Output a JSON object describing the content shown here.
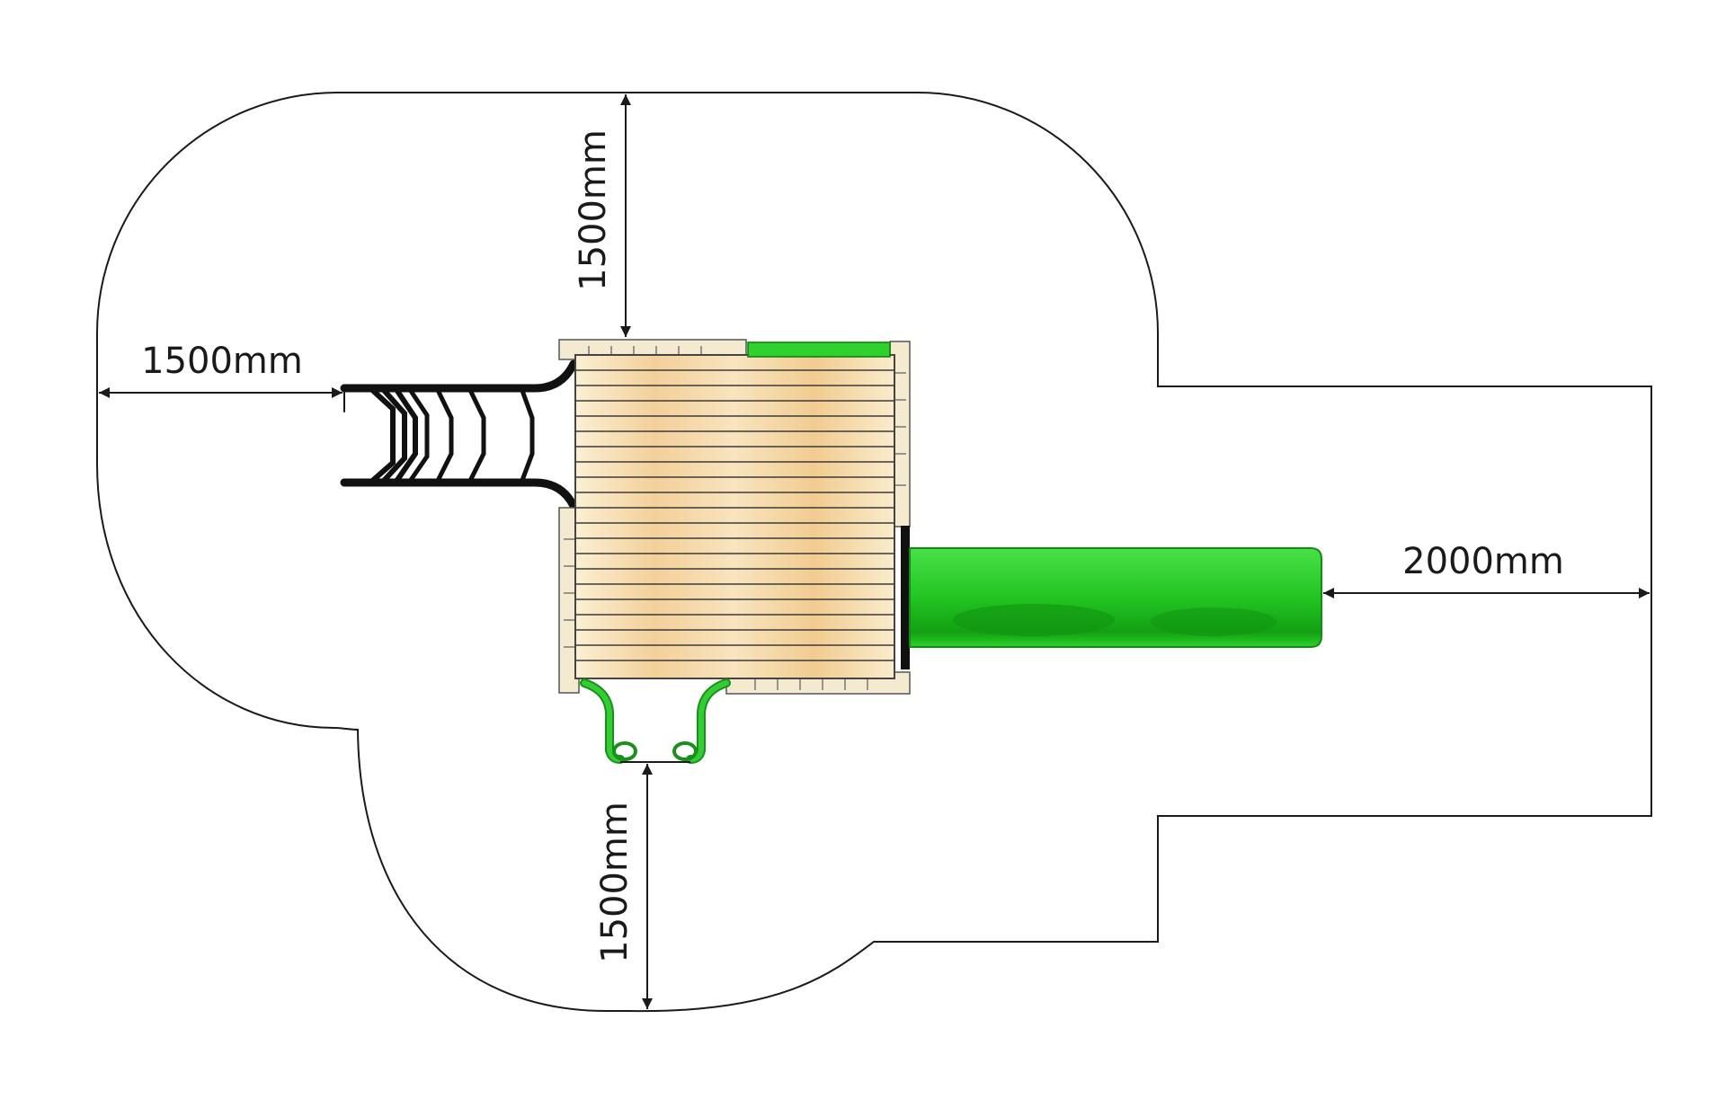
{
  "dimensions": {
    "left": "1500mm",
    "top": "1500mm",
    "bottom": "1500mm",
    "right": "2000mm"
  },
  "colors": {
    "outline": "#1a1a1a",
    "deck_wood": "#f7e6bd",
    "deck_grain": "#f1c98c",
    "wood_trim": "#f3ead0",
    "slide_green": "#2fd12f",
    "slide_dark": "#12a812",
    "ladder_green": "#32cd32",
    "ramp_black": "#111111"
  }
}
